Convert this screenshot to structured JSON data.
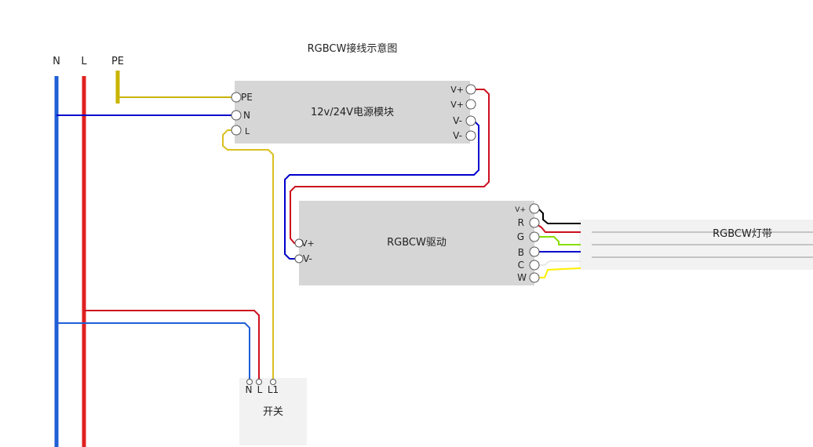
{
  "title": "RGBCW接线示意图",
  "rails": {
    "n": "N",
    "l": "L",
    "pe": "PE"
  },
  "psu": {
    "name": "12v/24V电源模块",
    "in_pe": "PE",
    "in_n": "N",
    "in_l": "L",
    "out_vp1": "V+",
    "out_vp2": "V+",
    "out_vm1": "V-",
    "out_vm2": "V-"
  },
  "driver": {
    "name": "RGBCW驱动",
    "in_vp": "V+",
    "in_vm": "V-",
    "out_vp": "V+",
    "out_r": "R",
    "out_g": "G",
    "out_b": "B",
    "out_c": "C",
    "out_w": "W"
  },
  "strip": {
    "name": "RGBCW灯带"
  },
  "switch": {
    "name": "开关",
    "t_n": "N",
    "t_l": "L",
    "t_l1": "L1"
  },
  "colors": {
    "neutral": "#1f5fd6",
    "live": "#e02020",
    "earth": "#c8b400",
    "blue_wire": "#0000cc",
    "red_wire": "#cc1020",
    "yellow_wire": "#d9c020",
    "black_wire": "#000000",
    "green_wire": "#88dd00",
    "white_wire": "#e8e8e8",
    "w_wire": "#ffee00",
    "box_fill": "#d6d6d6",
    "switch_fill": "#f2f2f2"
  }
}
